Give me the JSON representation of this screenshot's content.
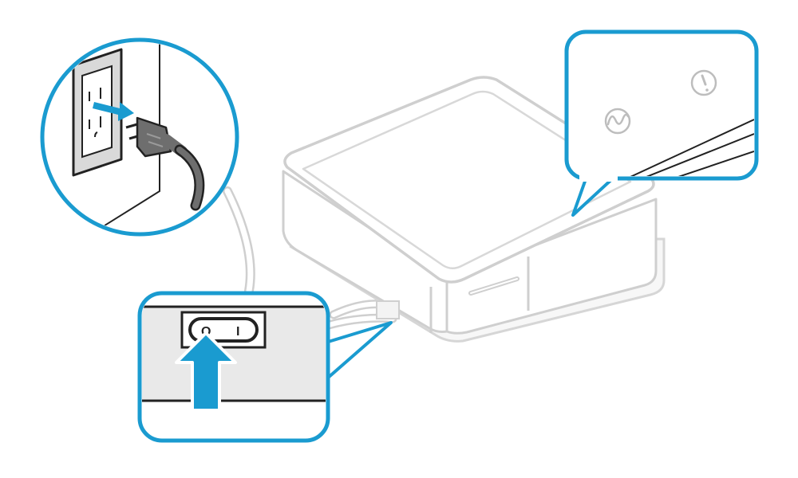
{
  "diagram": {
    "switch": {
      "off_mark": "O",
      "on_mark": "I"
    },
    "callouts": {
      "outlet": "wall-outlet-with-plug",
      "switch": "power-switch-press",
      "indicators": "power-and-error-indicators"
    },
    "icons": [
      "power-indicator-icon",
      "error-indicator-icon",
      "push-arrow-icon",
      "unplug-arrow-icon"
    ],
    "colors": {
      "accent": "#1a9bd0",
      "device_outline": "#d0d0d0",
      "outlet_plate": "#d9d9d9",
      "cord": "#6e6e6e"
    }
  }
}
